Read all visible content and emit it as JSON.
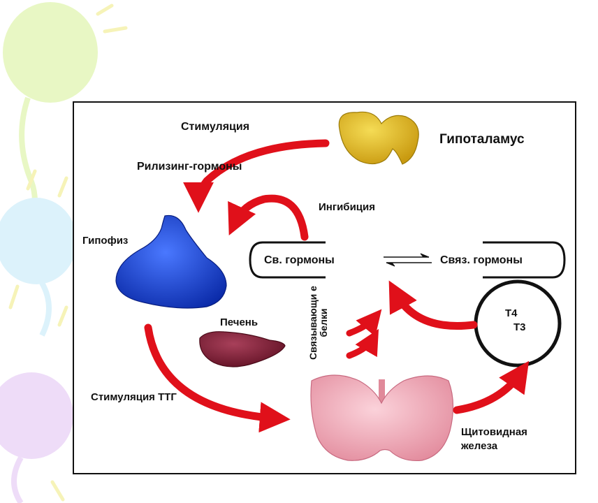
{
  "labels": {
    "stimulation": "Стимуляция",
    "releasing_hormones": "Рилизинг-гормоны",
    "hypothalamus": "Гипоталамус",
    "inhibition": "Ингибиция",
    "pituitary": "Гипофиз",
    "free_hormones": "Св. гормоны",
    "bound_hormones": "Связ. гормоны",
    "binding_proteins_line1": "Связывающи е",
    "binding_proteins_line2": "белки",
    "liver": "Печень",
    "tsh_stimulation": "Стимуляция ТТГ",
    "t4": "Т4",
    "t3": "Т3",
    "thyroid_line1": "Щитовидная",
    "thyroid_line2": "железа"
  },
  "colors": {
    "arrow_red": "#e0101a",
    "hypothalamus_yellow": "#e6c21c",
    "pituitary_blue": "#1e46d8",
    "liver_maroon": "#7a1830",
    "thyroid_pink": "#f0a8b4"
  }
}
